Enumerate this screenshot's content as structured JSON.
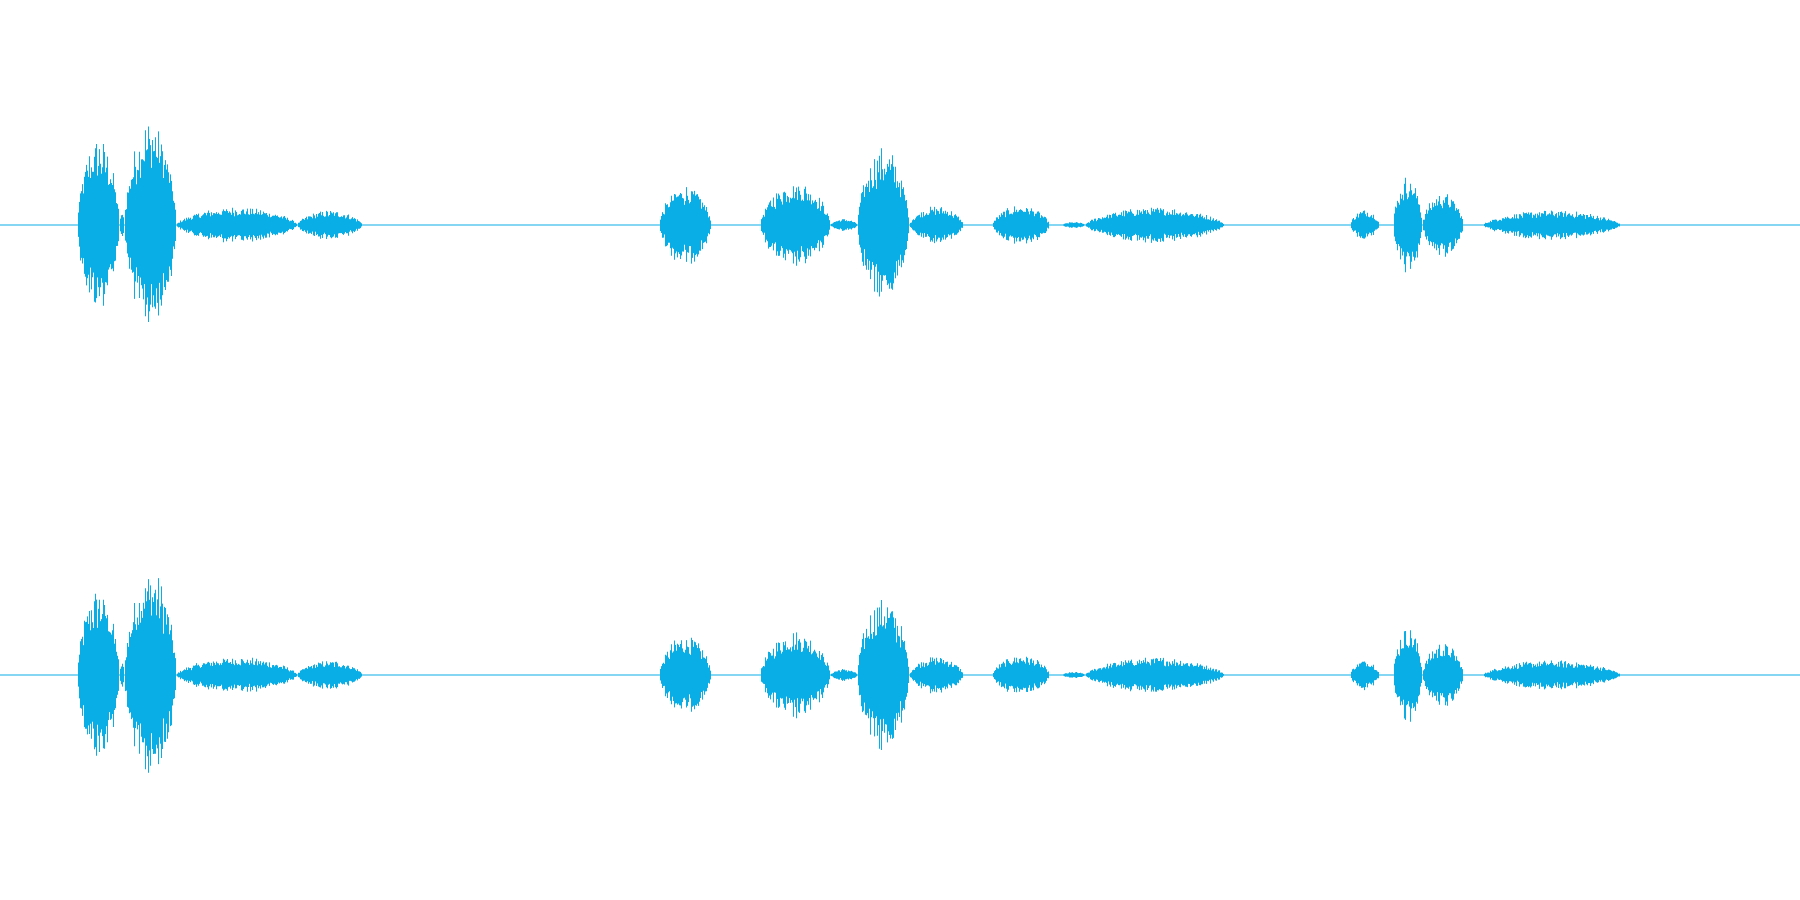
{
  "colors": {
    "background": "#ffffff",
    "waveform": "#0aaee6"
  },
  "waveform": {
    "channels": 2,
    "segments": [
      [
        0.043,
        0.066,
        0.82
      ],
      [
        0.066,
        0.069,
        0.12
      ],
      [
        0.069,
        0.098,
        1.0
      ],
      [
        0.098,
        0.165,
        0.17
      ],
      [
        0.165,
        0.201,
        0.14
      ],
      [
        0.366,
        0.395,
        0.38
      ],
      [
        0.422,
        0.461,
        0.42
      ],
      [
        0.461,
        0.476,
        0.06
      ],
      [
        0.476,
        0.505,
        0.74
      ],
      [
        0.505,
        0.535,
        0.18
      ],
      [
        0.551,
        0.583,
        0.19
      ],
      [
        0.59,
        0.603,
        0.03
      ],
      [
        0.603,
        0.68,
        0.17
      ],
      [
        0.75,
        0.766,
        0.15
      ],
      [
        0.774,
        0.79,
        0.47
      ],
      [
        0.79,
        0.813,
        0.31
      ],
      [
        0.824,
        0.9,
        0.14
      ]
    ]
  }
}
